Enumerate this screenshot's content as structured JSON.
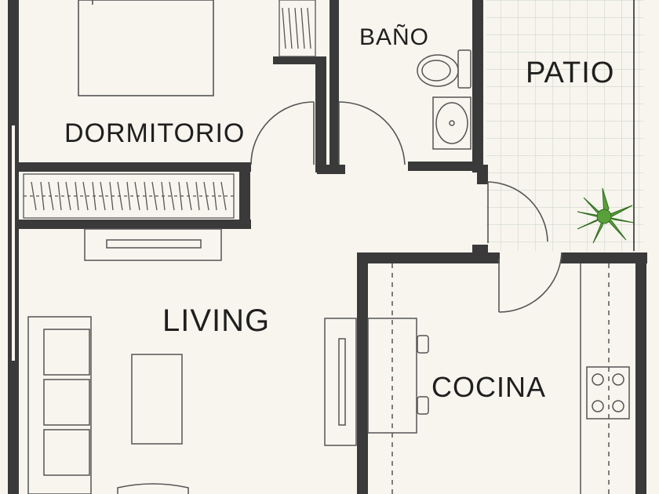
{
  "plan": {
    "rooms": {
      "dormitorio": "DORMITORIO",
      "bano": "BAÑO",
      "patio": "PATIO",
      "living": "LIVING",
      "cocina": "COCINA"
    },
    "colors": {
      "background": "#f7f5ee",
      "wall": "#3a3a3a",
      "line": "#555555",
      "patio_grid": "#cfd8cc",
      "plant": "#5aa03a"
    },
    "icons": {
      "bed": "bed-icon",
      "wardrobe": "wardrobe-icon",
      "toilet": "toilet-icon",
      "sink": "sink-icon",
      "sofa": "sofa-icon",
      "coffee_table": "coffee-table-icon",
      "tv_unit": "tv-unit-icon",
      "dining_table": "dining-table-icon",
      "stove": "stove-icon",
      "plant": "plant-icon"
    }
  }
}
